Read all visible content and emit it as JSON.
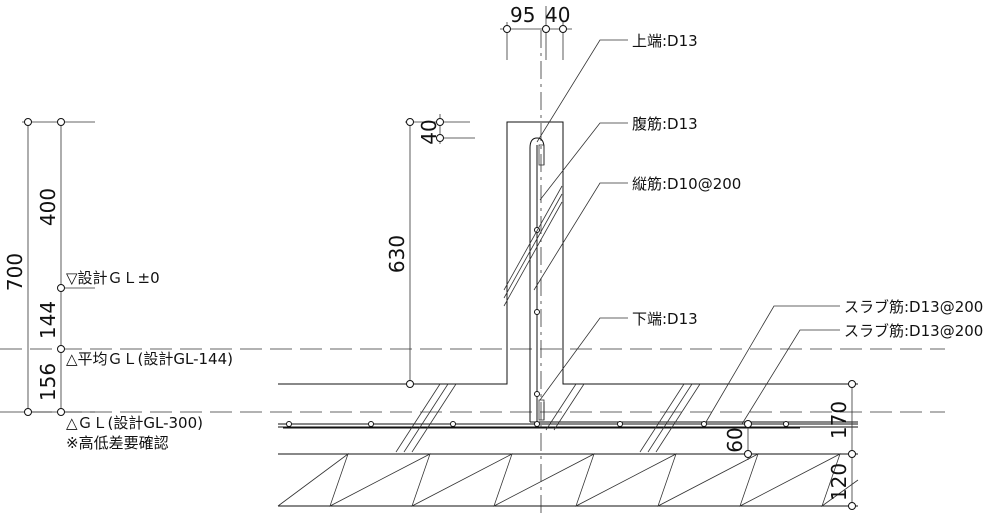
{
  "dimensions": {
    "top_95": "95",
    "top_40": "40",
    "left_700": "700",
    "left_400": "400",
    "left_144": "144",
    "left_156": "156",
    "wall_630": "630",
    "wall_40": "40",
    "slab_170": "170",
    "slab_120": "120",
    "slab_60": "60"
  },
  "levels": {
    "design_gl": "▽設計ＧＬ±0",
    "avg_gl": "△平均ＧＬ(設計GL-144)",
    "gl": "△ＧＬ(設計GL-300)",
    "note": "※高低差要確認"
  },
  "rebar_labels": {
    "top_end": "上端:D13",
    "web": "腹筋:D13",
    "vertical": "縦筋:D10@200",
    "bottom_end": "下端:D13",
    "slab_1": "スラブ筋:D13@200",
    "slab_2": "スラブ筋:D13@200"
  }
}
